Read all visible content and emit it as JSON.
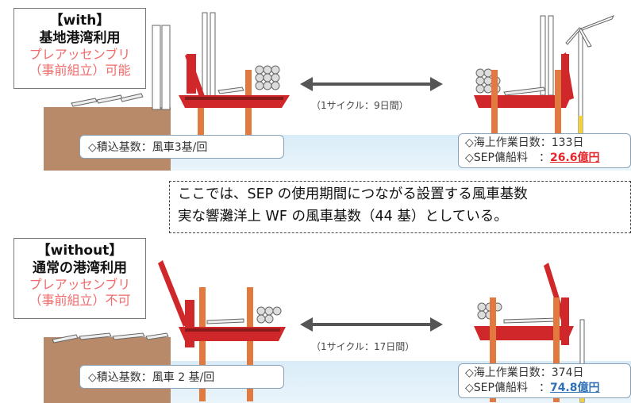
{
  "top": {
    "label": {
      "tag": "【with】",
      "port": "基地港湾利用",
      "preassembly": "プレアッセンブリ",
      "status": "（事前組立）可能"
    },
    "load_count": "◇積込基数：風車3基/回",
    "cycle": "（1サイクル：9日間）",
    "info_line1": "◇海上作業日数：133日",
    "info_line2_label": "◇SEP傭船料　：",
    "info_line2_value": "26.6億円"
  },
  "note": {
    "line1": "ここでは、SEP の使用期間につながる設置する風車基数",
    "line2": "実な響灘洋上 WF の風車基数（44 基）としている。"
  },
  "bottom": {
    "label": {
      "tag": "【without】",
      "port": "通常の港湾利用",
      "preassembly": "プレアッセンブリ",
      "status": "（事前組立）不可"
    },
    "load_count": "◇積込基数：風車 2 基/回",
    "cycle": "（1サイクル：17日間）",
    "info_line1": "◇海上作業日数：374日",
    "info_line2_label": "◇SEP傭船料　：",
    "info_line2_value": "74.8億円"
  },
  "colors": {
    "vessel_red": "#d0282a",
    "leg_orange": "#e27a3f",
    "ground": "#b98a6a",
    "sea": "#e3f0fa",
    "cost_with": "#e4262c",
    "cost_without": "#2f6fb5"
  }
}
